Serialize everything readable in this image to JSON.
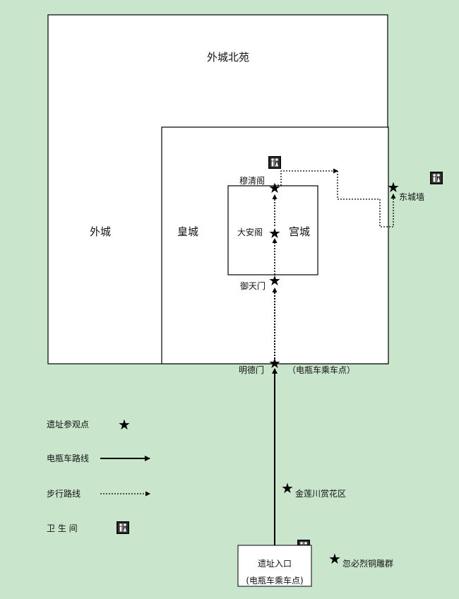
{
  "colors": {
    "background": "#c9e6cc",
    "area": "#ffffff",
    "line": "#000000"
  },
  "areas": {
    "outer_north": "外城北苑",
    "outer_city": "外城",
    "imperial_city": "皇城",
    "palace_city": "宫城"
  },
  "sites": {
    "muqing_pavilion": "穆清阁",
    "daan_pavilion": "大安阁",
    "yutian_gate": "御天门",
    "mingde_gate": "明德门",
    "mingde_gate_note": "（电瓶车乘车点）",
    "east_wall": "东城墙",
    "jinlian_field": "金莲川赏花区",
    "entrance_line1": "遗址入口",
    "entrance_line2": "(电瓶车乘车点)",
    "bronze_statues": "忽必烈铜雕群"
  },
  "legend": {
    "site": "遗址参观点",
    "cart_route": "电瓶车路线",
    "walk_route": "步行路线",
    "toilet": "卫 生 间"
  },
  "icons": {
    "star": "star-icon",
    "toilet": "toilet-icon",
    "star_glyph": "★"
  }
}
